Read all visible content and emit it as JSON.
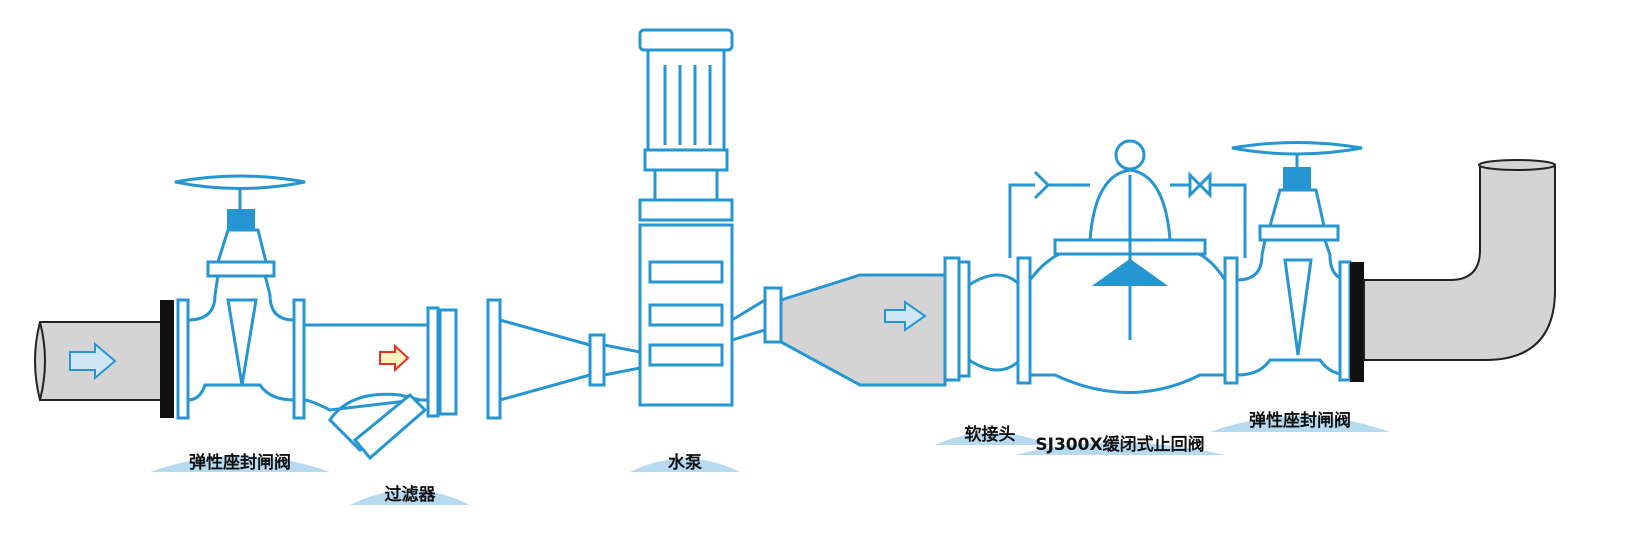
{
  "labels": {
    "gate_valve_left": "弹性座封闸阀",
    "strainer": "过滤器",
    "pump": "水泵",
    "soft_joint": "软接头",
    "check_valve": "SJ300X缓闭式止回阀",
    "gate_valve_right": "弹性座封闸阀"
  },
  "colors": {
    "line": "#2596d1",
    "pipe": "#d4d4d4",
    "flow_arrow_strainer": "#e0301e"
  }
}
